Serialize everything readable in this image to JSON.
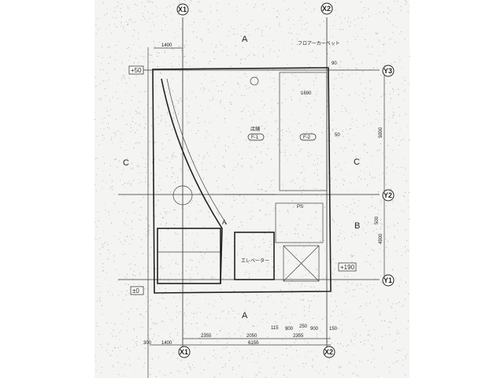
{
  "drawing": {
    "grid_x": [
      {
        "label": "X1"
      },
      {
        "label": "X2"
      }
    ],
    "grid_y": [
      {
        "label": "Y3"
      },
      {
        "label": "Y2"
      },
      {
        "label": "Y1"
      }
    ],
    "section_marks": {
      "a_top": "A",
      "a_bottom": "A",
      "b": "B",
      "c_left": "C",
      "c_right": "C",
      "a_inner": "A"
    },
    "levels": {
      "top": "+50",
      "bottom": "±0",
      "right": "+190"
    },
    "dimensions": {
      "top_offset": "1400",
      "top_right_gap": "90",
      "right_gap": "50",
      "inner_width": "1690",
      "bottom_left_1": "2355",
      "bottom_mid": "2050",
      "bottom_right_1": "2355",
      "bottom_total": "6150",
      "bottom_left_offset": "1400",
      "bottom_left_edge": "300",
      "bottom_small_1": "115",
      "bottom_small_2": "900",
      "bottom_small_3": "250",
      "bottom_small_4": "900",
      "bottom_small_5": "150",
      "right_span": "5900",
      "right_span_2": "4900",
      "right_small": "500"
    },
    "notes": {
      "top_note": "フロアーカーペット",
      "room_tag_1": "F-1",
      "room_tag_2": "F-2",
      "room_name": "店舗",
      "elevator_label": "エレベーター",
      "ps_label": "PS"
    }
  }
}
